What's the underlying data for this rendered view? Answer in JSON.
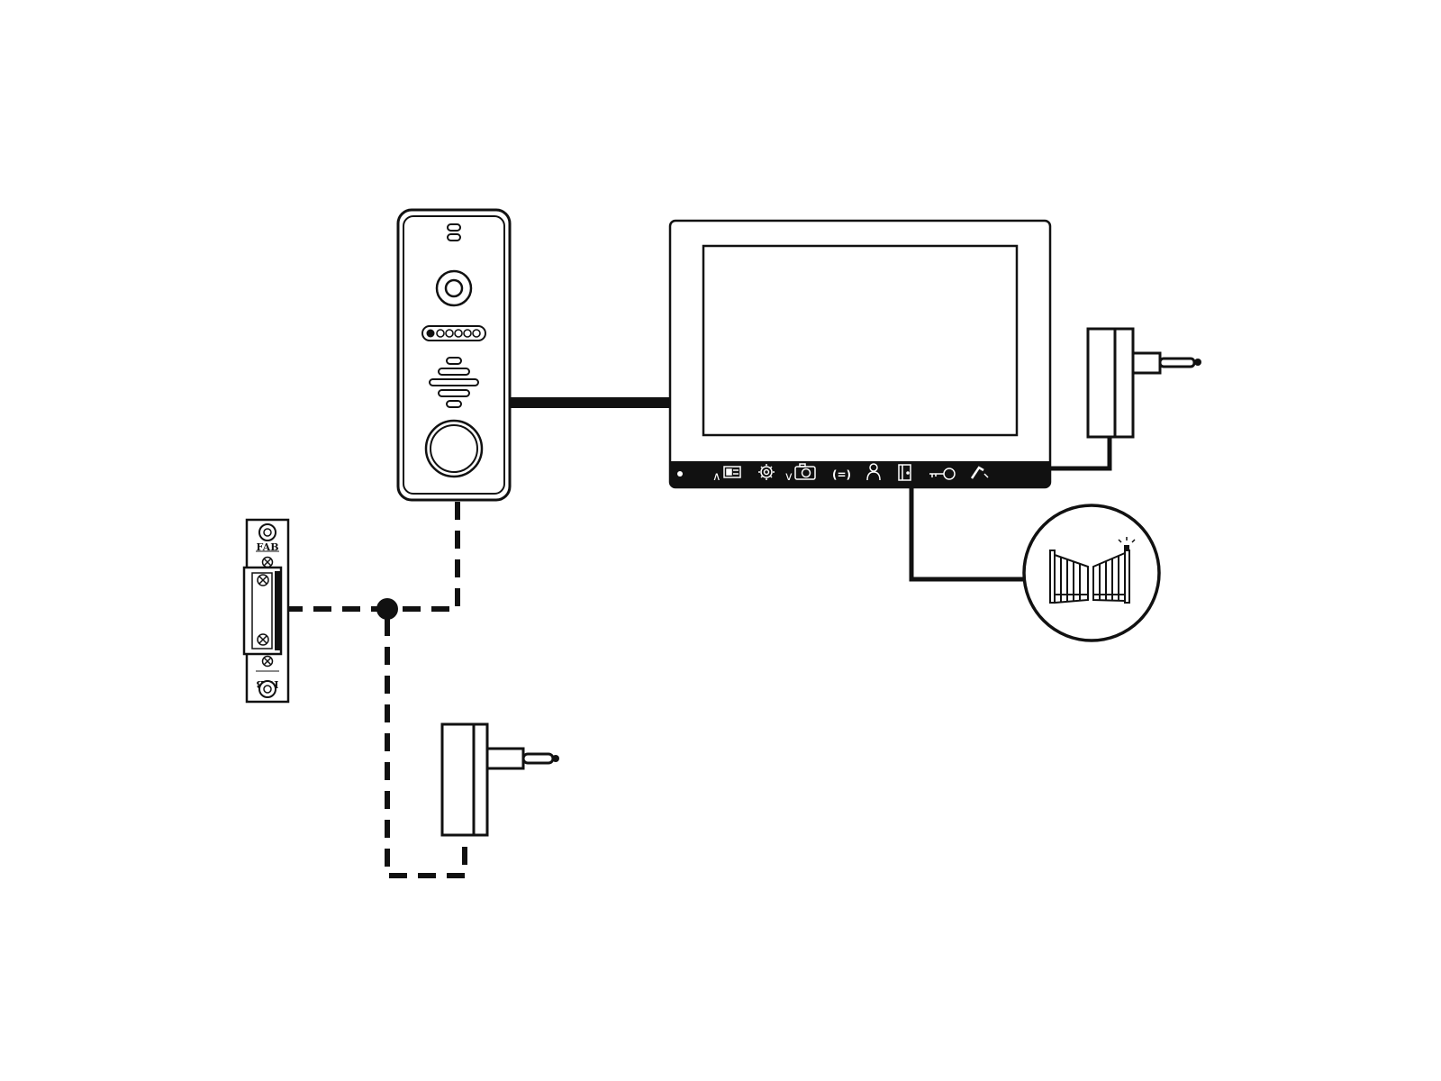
{
  "diagram": {
    "lock": {
      "label_top": "FAB",
      "label_bottom": "FAB"
    },
    "monitor": {
      "buttons": [
        {
          "name": "up-arrow-icon",
          "glyph": "∧"
        },
        {
          "name": "monitor-view-icon"
        },
        {
          "name": "settings-gear-icon"
        },
        {
          "name": "down-arrow-icon",
          "glyph": "v"
        },
        {
          "name": "camera-icon"
        },
        {
          "name": "intercom-icon",
          "glyph": "(=)"
        },
        {
          "name": "person-icon"
        },
        {
          "name": "door-icon"
        },
        {
          "name": "key-icon"
        },
        {
          "name": "handset-icon"
        }
      ]
    }
  }
}
